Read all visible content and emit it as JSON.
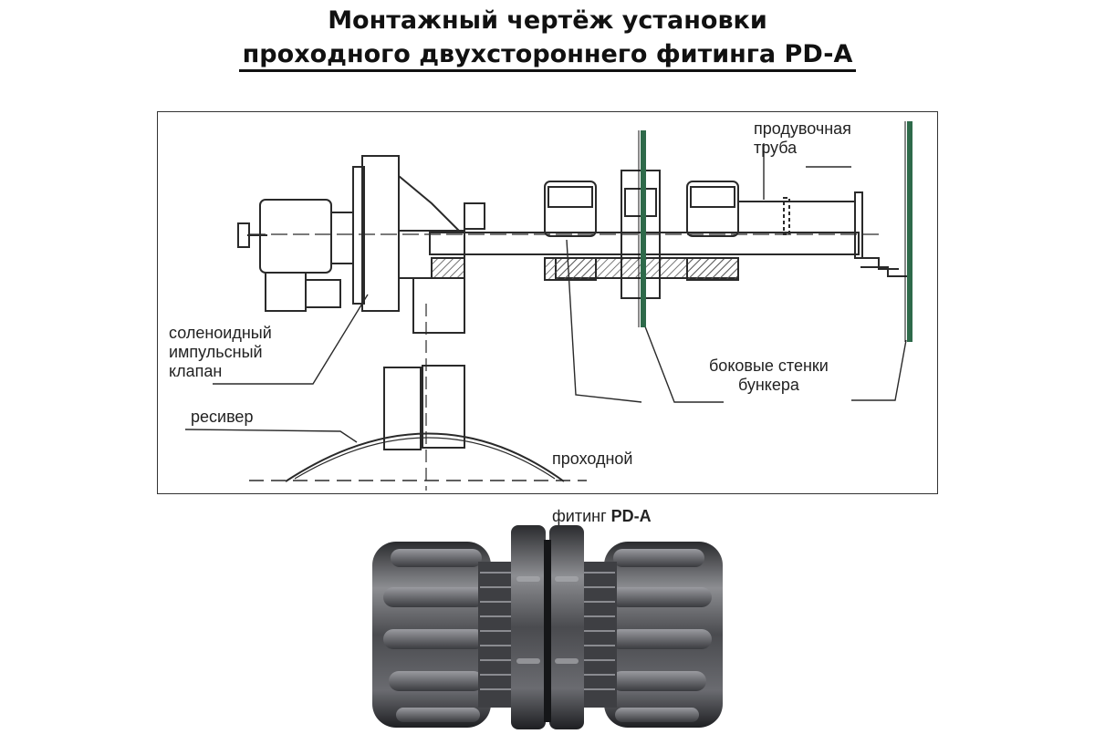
{
  "title": {
    "line1": "Монтажный чертёж установки",
    "line2": "проходного двухстороннего фитинга PD-A"
  },
  "diagram": {
    "labels": {
      "blow_pipe": "продувочная\nтруба",
      "solenoid_valve": "соленоидный\nимпульсный\nклапан",
      "receiver": "ресивер",
      "fitting_line1": "проходной",
      "fitting_line2_prefix": "фитинг ",
      "fitting_line2_model": "PD-A",
      "bunker_walls": "боковые стенки\nбункера"
    },
    "colors": {
      "line": "#2a2a2a",
      "wall_accent": "#2e6a4a",
      "hatch": "#555555"
    }
  },
  "photo": {
    "subject": "fitting-photo",
    "colors": {
      "body": "#4a4b4f",
      "highlight": "#8d8e92",
      "shadow": "#1e1f22"
    }
  }
}
